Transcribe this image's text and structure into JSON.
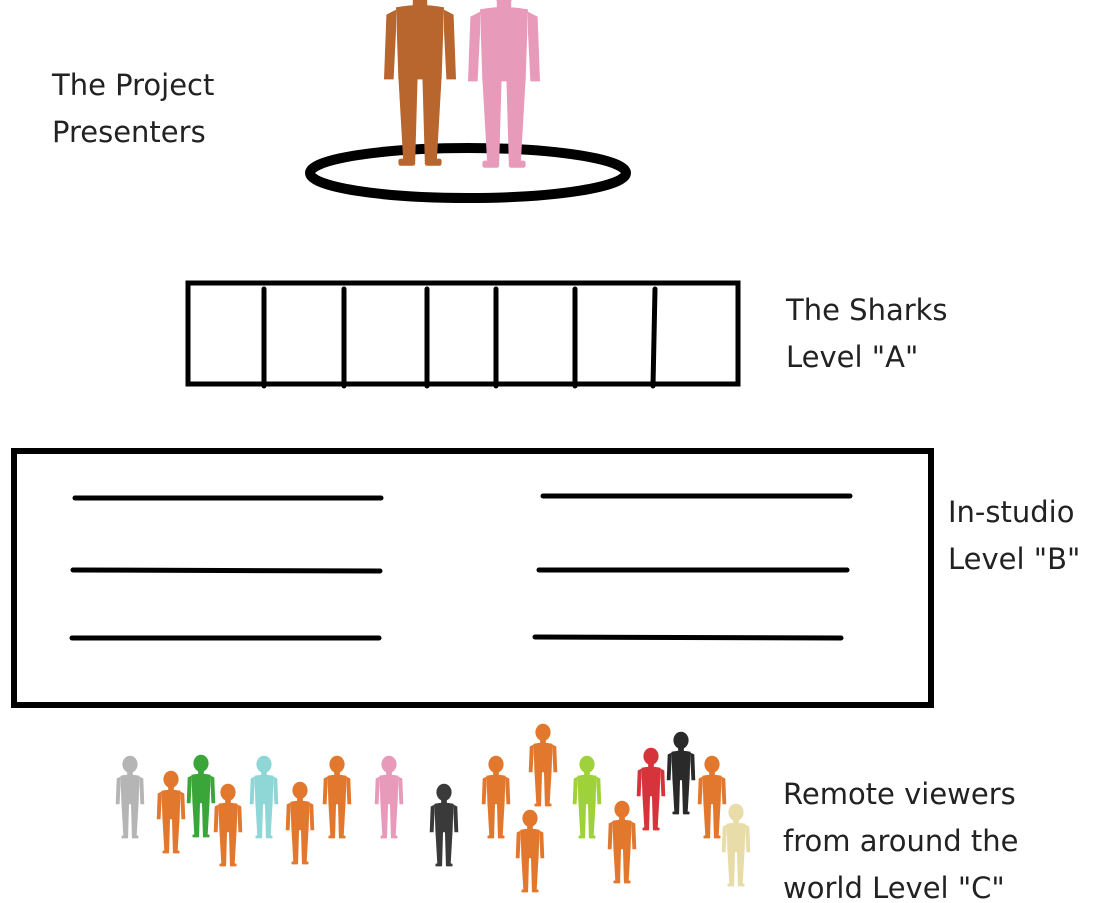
{
  "presenters": {
    "line1": "The Project",
    "line2": "Presenters",
    "figures": [
      {
        "name": "male-presenter-figure",
        "color": "#b8652e"
      },
      {
        "name": "female-presenter-figure",
        "color": "#e89abb"
      }
    ],
    "stage_color": "#000000"
  },
  "sharks": {
    "line1": "The Sharks",
    "line2": "Level \"A\"",
    "seat_dividers": 6
  },
  "studio": {
    "line1": "In-studio",
    "line2": "Level \"B\"",
    "rows_per_side": 3
  },
  "remote": {
    "line1": "Remote viewers",
    "line2": "from around the",
    "line3": "world Level \"C\"",
    "viewer_colors": [
      "#b5b5b5",
      "#e2772e",
      "#3aa63a",
      "#e2772e",
      "#8fd6d6",
      "#e2772e",
      "#e2772e",
      "#e89abb",
      "#3a3a3a",
      "#e2772e",
      "#e2772e",
      "#e2772e",
      "#9fd23a",
      "#e2772e",
      "#d6333a",
      "#2a2a2a",
      "#e2772e",
      "#e8dca8"
    ]
  }
}
